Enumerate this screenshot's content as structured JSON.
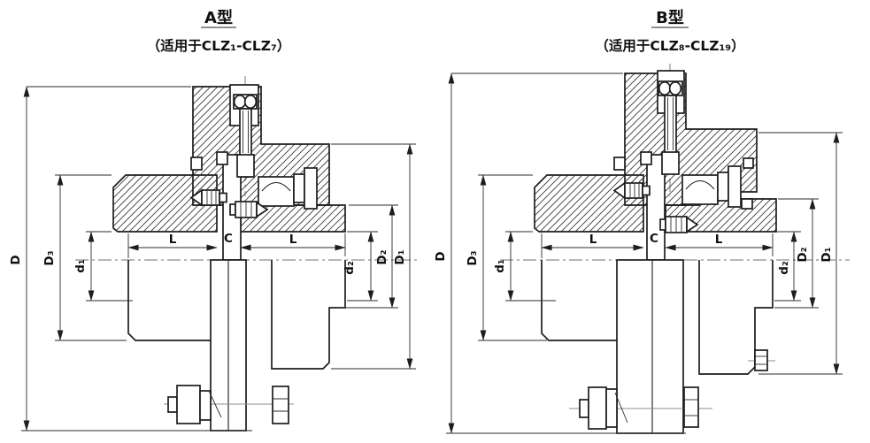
{
  "figure": {
    "background": "#ffffff",
    "line_color": "#1d1d1d",
    "hatch_color": "#3a3a3a",
    "kind": "technical-drawing",
    "description_visible_text_only": true
  },
  "drawings": [
    {
      "id": "A",
      "title": "A型",
      "subtitle": "（适用于CLZ₁-CLZ₇）",
      "dims": {
        "D": "D",
        "D3": "D₃",
        "d1": "d₁",
        "L_left": "L",
        "C": "C",
        "L_right": "L",
        "d2": "d₂",
        "D2": "D₂",
        "D1": "D₁"
      }
    },
    {
      "id": "B",
      "title": "B型",
      "subtitle": "（适用于CLZ₈-CLZ₁₉）",
      "dims": {
        "D": "D",
        "D3": "D₃",
        "d1": "d₁",
        "L_left": "L",
        "C": "C",
        "L_right": "L",
        "d2": "d₂",
        "D2": "D₂",
        "D1": "D₁"
      }
    }
  ]
}
